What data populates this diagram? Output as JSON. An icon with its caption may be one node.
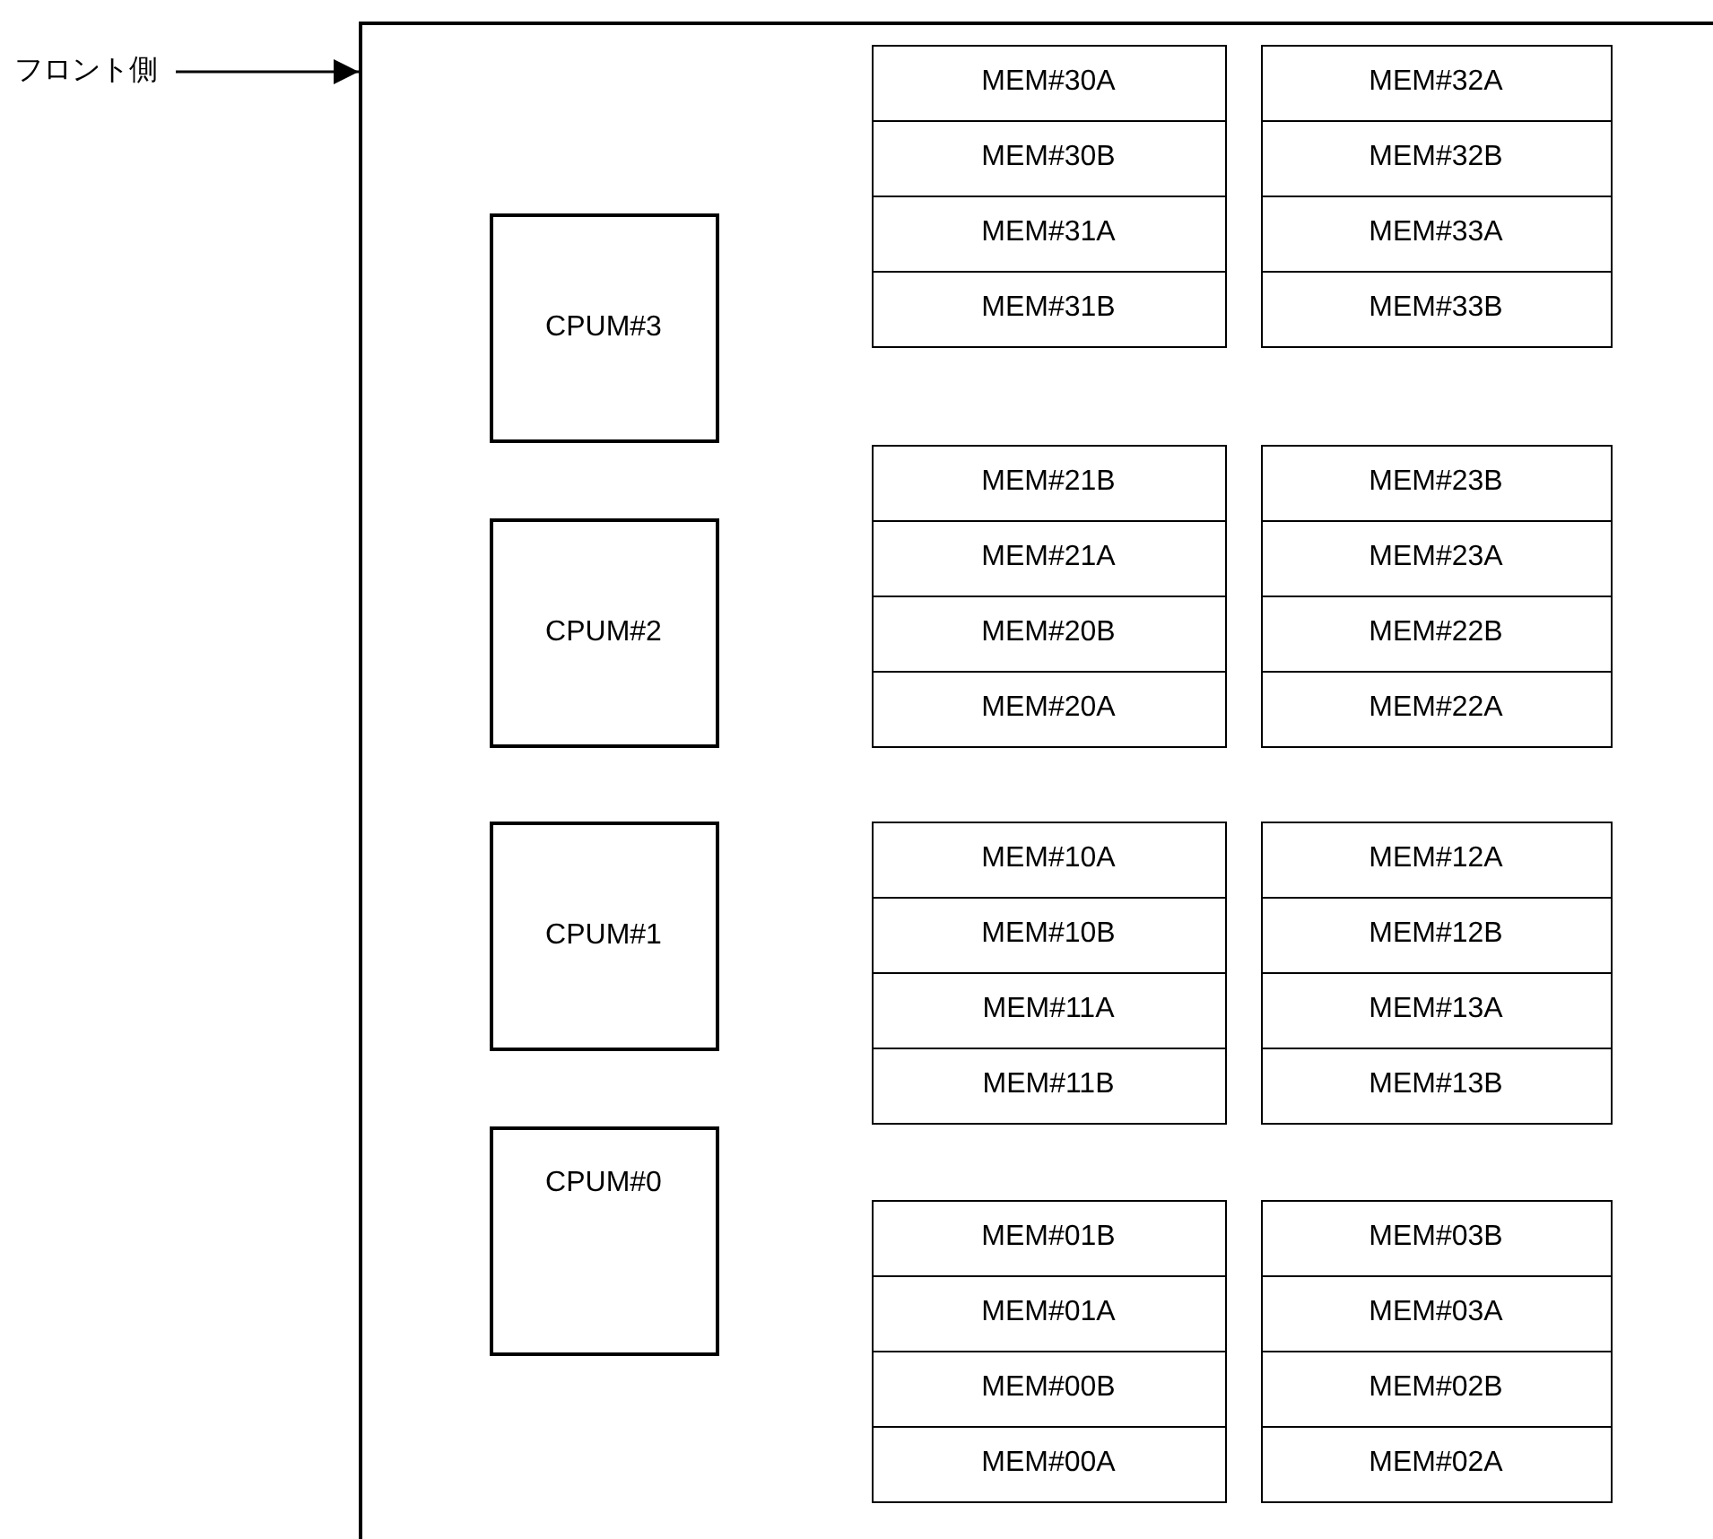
{
  "diagram": {
    "nodes": [
      {
        "text": [
          "フロント側"
        ]
      },
      {
        "text": [],
        "shape": "box"
      },
      {
        "text": [
          "CPUM#3"
        ],
        "in": 1
      },
      {
        "text": [
          "MEM#30A"
        ],
        "in": 1
      },
      {
        "text": [
          "MEM#32A"
        ],
        "in": 1
      },
      {
        "text": [
          "MEM#30B"
        ],
        "in": 1
      },
      {
        "text": [
          "MEM#32B"
        ],
        "in": 1
      },
      {
        "text": [
          "MEM#31A"
        ],
        "in": 1
      },
      {
        "text": [
          "MEM#33A"
        ],
        "in": 1
      },
      {
        "text": [
          "MEM#31B"
        ],
        "in": 1
      },
      {
        "text": [
          "MEM#33B"
        ],
        "in": 1
      },
      {
        "text": [
          "CPUM#2"
        ],
        "in": 1
      },
      {
        "text": [
          "MEM#21B"
        ],
        "in": 1
      },
      {
        "text": [
          "MEM#23B"
        ],
        "in": 1
      },
      {
        "text": [
          "MEM#21A"
        ],
        "in": 1
      },
      {
        "text": [
          "MEM#23A"
        ],
        "in": 1
      },
      {
        "text": [
          "MEM#20B"
        ],
        "in": 1
      },
      {
        "text": [
          "MEM#22B"
        ],
        "in": 1
      },
      {
        "text": [
          "MEM#20A"
        ],
        "in": 1
      },
      {
        "text": [
          "MEM#22A"
        ],
        "in": 1
      },
      {
        "text": [
          "CPUM#1"
        ],
        "in": 1
      },
      {
        "text": [
          "MEM#10A"
        ],
        "in": 1
      },
      {
        "text": [
          "MEM#12A"
        ],
        "in": 1
      },
      {
        "text": [
          "MEM#10B"
        ],
        "in": 1
      },
      {
        "text": [
          "MEM#12B"
        ],
        "in": 1
      },
      {
        "text": [
          "MEM#11A"
        ],
        "in": 1
      },
      {
        "text": [
          "MEM#13A"
        ],
        "in": 1
      },
      {
        "text": [
          "MEM#11B"
        ],
        "in": 1
      },
      {
        "text": [
          "MEM#13B"
        ],
        "in": 1
      },
      {
        "text": [
          "CPUM#0"
        ],
        "in": 1
      },
      {
        "text": [
          "MEM#01B"
        ],
        "in": 1
      },
      {
        "text": [
          "MEM#03B"
        ],
        "in": 1
      },
      {
        "text": [
          "MEM#01A"
        ],
        "in": 1
      },
      {
        "text": [
          "MEM#03A"
        ],
        "in": 1
      },
      {
        "text": [
          "MEM#00B"
        ],
        "in": 1
      },
      {
        "text": [
          "MEM#02B"
        ],
        "in": 1
      },
      {
        "text": [
          "MEM#00A"
        ],
        "in": 1
      },
      {
        "text": [
          "MEM#02A"
        ],
        "in": 1
      }
    ],
    "edges": [
      {
        "from": 0,
        "to": 1,
        "arrow": "to"
      }
    ]
  }
}
